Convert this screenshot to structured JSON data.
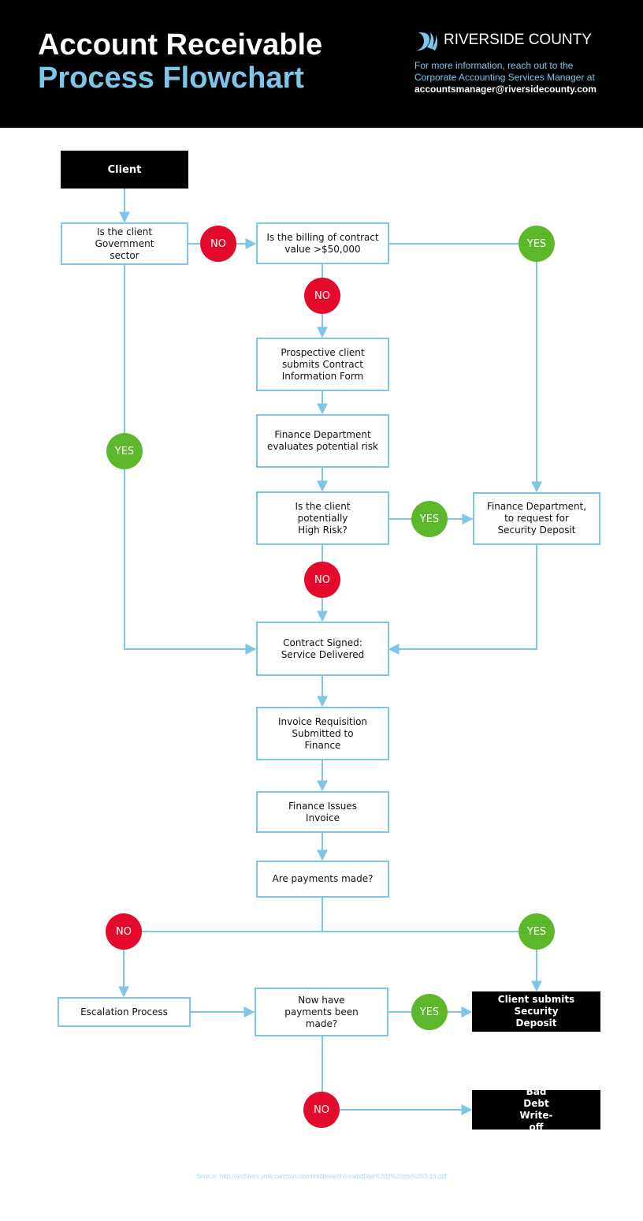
{
  "header": {
    "title_line1": "Account Receivable",
    "title_line2": "Process Flowchart",
    "brand": "RIVERSIDE COUNTY",
    "info_line1": "For more information, reach out to the",
    "info_line2": "Corporate Accounting Services Manager at",
    "email": "accountsmanager@riversidecounty.com"
  },
  "nodes": {
    "client": "Client",
    "is_government": "Is the client Government sector",
    "billing_value": "Is the billing of contract value >$50,000",
    "prospective_form": "Prospective client submits Contract Information Form",
    "evaluates_risk": "Finance Department evaluates potential risk",
    "high_risk": "Is the client potentially High Risk?",
    "request_deposit": "Finance Department, to request for Security Deposit",
    "contract_signed": "Contract Signed: Service Delivered",
    "invoice_requisition": "Invoice Requisition Submitted to Finance",
    "issues_invoice": "Finance Issues Invoice",
    "payments_made": "Are payments made?",
    "escalation": "Escalation Process",
    "now_payments": "Now have payments been made?",
    "client_deposit": "Client submits Security Deposit",
    "bad_debt": "Bad Debt Write-off"
  },
  "labels": {
    "no": "NO",
    "yes": "YES"
  },
  "colors": {
    "accent": "#7cc6ea",
    "no": "#e30a2b",
    "yes": "#5cb82a",
    "dark": "#000000"
  },
  "source": "Source: http://archives.york.ca/councilcommitteearchives/pdf/rpt%202%20cls%203-16.pdf"
}
